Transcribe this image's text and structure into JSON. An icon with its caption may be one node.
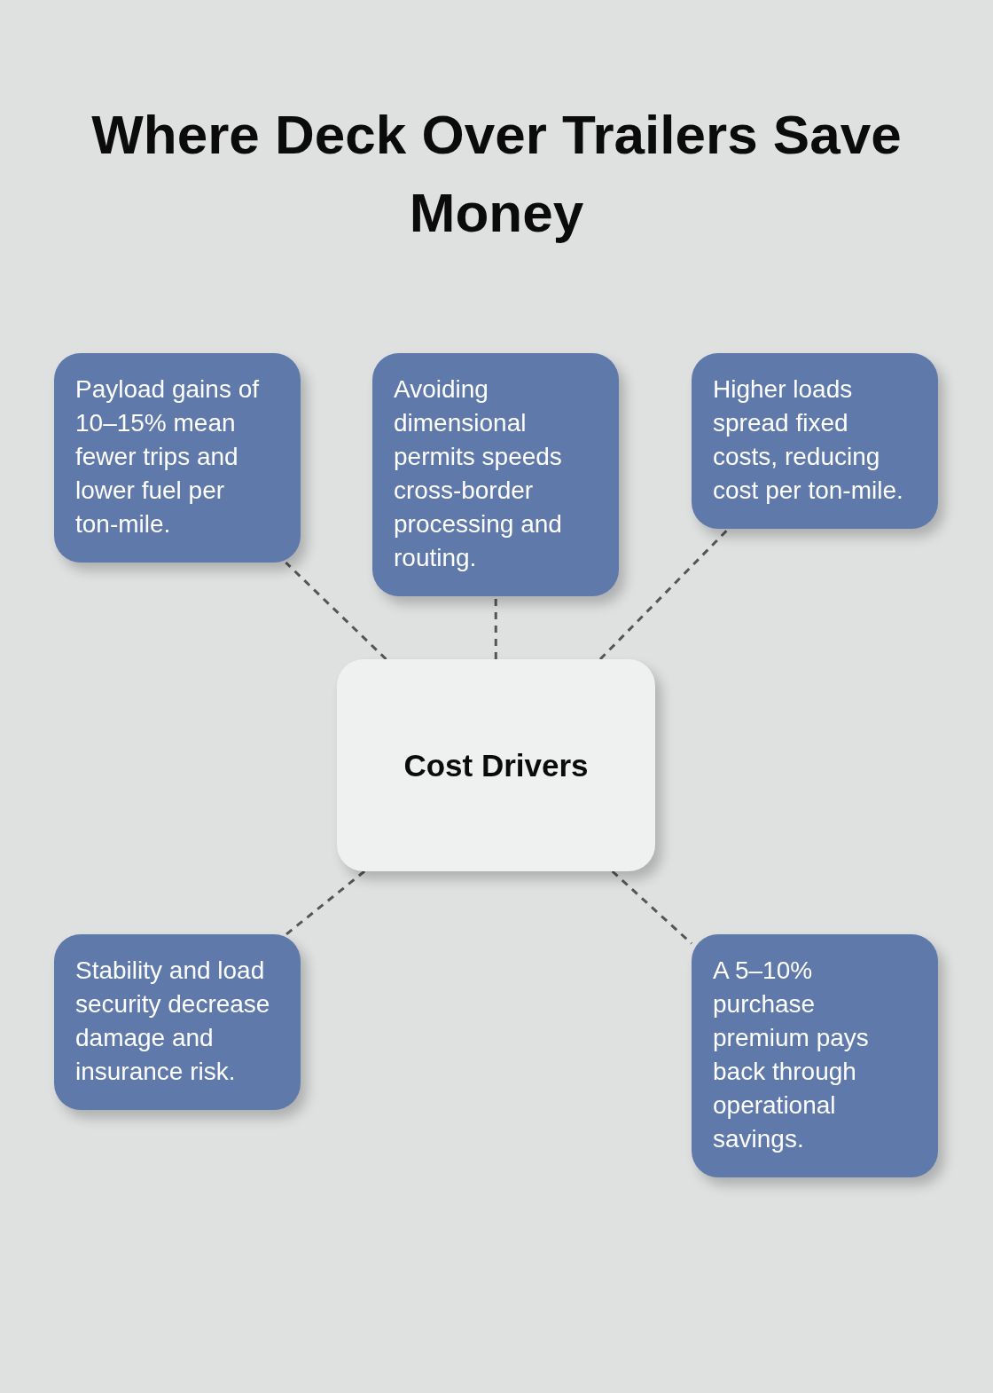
{
  "diagram": {
    "title": "Where Deck Over Trailers Save Money",
    "nodes": [
      {
        "text": [
          "Payload gains of 10–15% mean fewer trips and lower fuel per ton-mile."
        ]
      },
      {
        "text": [
          "Avoiding dimensional permits speeds cross-border processing and routing."
        ]
      },
      {
        "text": [
          "Higher loads spread fixed costs, reducing cost per ton-mile."
        ]
      },
      {
        "text": [
          "Cost Drivers"
        ]
      },
      {
        "text": [
          "Stability and load security decrease damage and insurance risk."
        ]
      },
      {
        "text": [
          "A 5–10% purchase premium pays back through operational savings."
        ]
      }
    ],
    "edges": [
      {
        "from": 3,
        "to": 0,
        "arrow": "none",
        "style": "dashed"
      },
      {
        "from": 3,
        "to": 1,
        "arrow": "none",
        "style": "dashed"
      },
      {
        "from": 3,
        "to": 2,
        "arrow": "none",
        "style": "dashed"
      },
      {
        "from": 3,
        "to": 4,
        "arrow": "none",
        "style": "dashed"
      },
      {
        "from": 3,
        "to": 5,
        "arrow": "none",
        "style": "dashed"
      }
    ]
  }
}
